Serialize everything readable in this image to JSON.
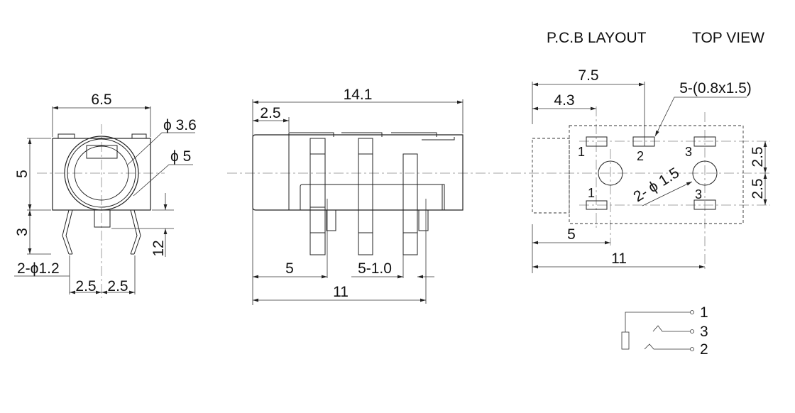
{
  "header": {
    "pcb_layout": "P.C.B LAYOUT",
    "top_view": "TOP VIEW"
  },
  "front_view": {
    "width": "6.5",
    "inner_diameter": "ϕ 3.6",
    "outer_diameter": "ϕ 5",
    "height": "5",
    "leg_length": "3",
    "pin_length": "12",
    "leg_hole": "2-ϕ1.2",
    "pitch_left": "2.5",
    "pitch_right": "2.5"
  },
  "side_view": {
    "length": "14.1",
    "front_length": "2.5",
    "pin_offset": "5",
    "pin_width": "5-1.0",
    "pin_span": "11"
  },
  "pcb_layout": {
    "dim_7_5": "7.5",
    "dim_4_3": "4.3",
    "pad_spec": "5-(0.8x1.5)",
    "hole_spec": "2- ϕ 1.5",
    "dim_5": "5",
    "dim_11": "11",
    "vert_top": "2.5",
    "vert_bottom": "2.5",
    "pad_labels": [
      "1",
      "2",
      "3",
      "1",
      "3"
    ]
  },
  "schematic": {
    "pins": [
      "1",
      "3",
      "2"
    ]
  },
  "colors": {
    "line": "#222222",
    "centerline": "#888888"
  }
}
